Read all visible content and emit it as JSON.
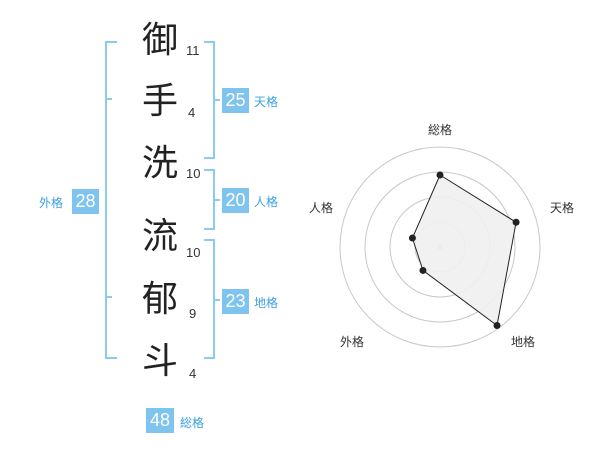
{
  "name": {
    "characters": [
      {
        "char": "御",
        "strokes": "11"
      },
      {
        "char": "手",
        "strokes": "4"
      },
      {
        "char": "洗",
        "strokes": "10"
      },
      {
        "char": "流",
        "strokes": "10"
      },
      {
        "char": "郁",
        "strokes": "9"
      },
      {
        "char": "斗",
        "strokes": "4"
      }
    ]
  },
  "fortune": {
    "tenkaku": {
      "value": "25",
      "label": "天格"
    },
    "jinkaku": {
      "value": "20",
      "label": "人格"
    },
    "chikaku": {
      "value": "23",
      "label": "地格"
    },
    "gaikaku": {
      "value": "28",
      "label": "外格"
    },
    "soukaku": {
      "value": "48",
      "label": "総格"
    }
  },
  "colors": {
    "accent": "#7fc4ef",
    "label": "#3aa0e0",
    "bracket": "#8ccaf0",
    "radar_fill": "#f0f0f0",
    "radar_grid": "#c8c8c8"
  },
  "chart_data": {
    "type": "radar",
    "axes": [
      "総格",
      "天格",
      "地格",
      "外格",
      "人格"
    ],
    "values": [
      0.72,
      0.8,
      0.97,
      0.29,
      0.29
    ],
    "rings": 4,
    "range": [
      0,
      1
    ]
  }
}
